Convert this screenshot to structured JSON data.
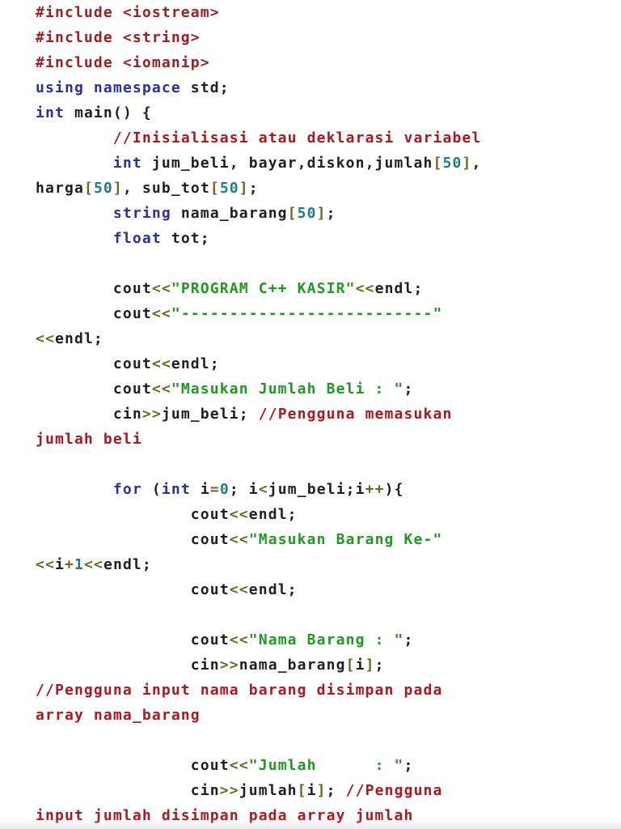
{
  "code": {
    "lines": [
      [
        {
          "t": "pre",
          "v": "#include <iostream>"
        }
      ],
      [
        {
          "t": "pre",
          "v": "#include <string>"
        }
      ],
      [
        {
          "t": "pre",
          "v": "#include <iomanip>"
        }
      ],
      [
        {
          "t": "kw",
          "v": "using namespace"
        },
        {
          "t": "plain",
          "v": " std;"
        }
      ],
      [
        {
          "t": "kw",
          "v": "int"
        },
        {
          "t": "plain",
          "v": " main() {"
        }
      ],
      [
        {
          "t": "plain",
          "v": "        "
        },
        {
          "t": "com",
          "v": "//Inisialisasi atau deklarasi variabel"
        }
      ],
      [
        {
          "t": "plain",
          "v": "        "
        },
        {
          "t": "kw",
          "v": "int"
        },
        {
          "t": "plain",
          "v": " jum_beli, bayar,diskon,jumlah"
        },
        {
          "t": "op",
          "v": "["
        },
        {
          "t": "num",
          "v": "50"
        },
        {
          "t": "op",
          "v": "]"
        },
        {
          "t": "plain",
          "v": ","
        }
      ],
      [
        {
          "t": "plain",
          "v": "harga"
        },
        {
          "t": "op",
          "v": "["
        },
        {
          "t": "num",
          "v": "50"
        },
        {
          "t": "op",
          "v": "]"
        },
        {
          "t": "plain",
          "v": ", sub_tot"
        },
        {
          "t": "op",
          "v": "["
        },
        {
          "t": "num",
          "v": "50"
        },
        {
          "t": "op",
          "v": "]"
        },
        {
          "t": "plain",
          "v": ";"
        }
      ],
      [
        {
          "t": "plain",
          "v": "        "
        },
        {
          "t": "kw",
          "v": "string"
        },
        {
          "t": "plain",
          "v": " nama_barang"
        },
        {
          "t": "op",
          "v": "["
        },
        {
          "t": "num",
          "v": "50"
        },
        {
          "t": "op",
          "v": "]"
        },
        {
          "t": "plain",
          "v": ";"
        }
      ],
      [
        {
          "t": "plain",
          "v": "        "
        },
        {
          "t": "kw",
          "v": "float"
        },
        {
          "t": "plain",
          "v": " tot;"
        }
      ],
      [],
      [
        {
          "t": "plain",
          "v": "        cout"
        },
        {
          "t": "op",
          "v": "<<"
        },
        {
          "t": "str",
          "v": "\"PROGRAM C++ KASIR\""
        },
        {
          "t": "op",
          "v": "<<"
        },
        {
          "t": "plain",
          "v": "endl;"
        }
      ],
      [
        {
          "t": "plain",
          "v": "        cout"
        },
        {
          "t": "op",
          "v": "<<"
        },
        {
          "t": "str",
          "v": "\"--------------------------\""
        }
      ],
      [
        {
          "t": "op",
          "v": "<<"
        },
        {
          "t": "plain",
          "v": "endl;"
        }
      ],
      [
        {
          "t": "plain",
          "v": "        cout"
        },
        {
          "t": "op",
          "v": "<<"
        },
        {
          "t": "plain",
          "v": "endl;"
        }
      ],
      [
        {
          "t": "plain",
          "v": "        cout"
        },
        {
          "t": "op",
          "v": "<<"
        },
        {
          "t": "str",
          "v": "\"Masukan Jumlah Beli : \""
        },
        {
          "t": "plain",
          "v": ";"
        }
      ],
      [
        {
          "t": "plain",
          "v": "        cin"
        },
        {
          "t": "op",
          "v": ">>"
        },
        {
          "t": "plain",
          "v": "jum_beli; "
        },
        {
          "t": "com",
          "v": "//Pengguna memasukan"
        }
      ],
      [
        {
          "t": "com",
          "v": "jumlah beli"
        }
      ],
      [],
      [
        {
          "t": "plain",
          "v": "        "
        },
        {
          "t": "kw",
          "v": "for"
        },
        {
          "t": "plain",
          "v": " ("
        },
        {
          "t": "kw",
          "v": "int"
        },
        {
          "t": "plain",
          "v": " i"
        },
        {
          "t": "op",
          "v": "="
        },
        {
          "t": "num",
          "v": "0"
        },
        {
          "t": "plain",
          "v": "; i"
        },
        {
          "t": "op",
          "v": "<"
        },
        {
          "t": "plain",
          "v": "jum_beli;i"
        },
        {
          "t": "op",
          "v": "++"
        },
        {
          "t": "plain",
          "v": "){"
        }
      ],
      [
        {
          "t": "plain",
          "v": "                cout"
        },
        {
          "t": "op",
          "v": "<<"
        },
        {
          "t": "plain",
          "v": "endl;"
        }
      ],
      [
        {
          "t": "plain",
          "v": "                cout"
        },
        {
          "t": "op",
          "v": "<<"
        },
        {
          "t": "str",
          "v": "\"Masukan Barang Ke-\""
        }
      ],
      [
        {
          "t": "op",
          "v": "<<"
        },
        {
          "t": "plain",
          "v": "i"
        },
        {
          "t": "op",
          "v": "+"
        },
        {
          "t": "num",
          "v": "1"
        },
        {
          "t": "op",
          "v": "<<"
        },
        {
          "t": "plain",
          "v": "endl;"
        }
      ],
      [
        {
          "t": "plain",
          "v": "                cout"
        },
        {
          "t": "op",
          "v": "<<"
        },
        {
          "t": "plain",
          "v": "endl;"
        }
      ],
      [],
      [
        {
          "t": "plain",
          "v": "                cout"
        },
        {
          "t": "op",
          "v": "<<"
        },
        {
          "t": "str",
          "v": "\"Nama Barang : \""
        },
        {
          "t": "plain",
          "v": ";"
        }
      ],
      [
        {
          "t": "plain",
          "v": "                cin"
        },
        {
          "t": "op",
          "v": ">>"
        },
        {
          "t": "plain",
          "v": "nama_barang"
        },
        {
          "t": "op",
          "v": "["
        },
        {
          "t": "plain",
          "v": "i"
        },
        {
          "t": "op",
          "v": "]"
        },
        {
          "t": "plain",
          "v": ";"
        }
      ],
      [
        {
          "t": "com",
          "v": "//Pengguna input nama barang disimpan pada"
        }
      ],
      [
        {
          "t": "com",
          "v": "array nama_barang"
        }
      ],
      [],
      [
        {
          "t": "plain",
          "v": "                cout"
        },
        {
          "t": "op",
          "v": "<<"
        },
        {
          "t": "str",
          "v": "\"Jumlah      : \""
        },
        {
          "t": "plain",
          "v": ";"
        }
      ],
      [
        {
          "t": "plain",
          "v": "                cin"
        },
        {
          "t": "op",
          "v": ">>"
        },
        {
          "t": "plain",
          "v": "jumlah"
        },
        {
          "t": "op",
          "v": "["
        },
        {
          "t": "plain",
          "v": "i"
        },
        {
          "t": "op",
          "v": "]"
        },
        {
          "t": "plain",
          "v": "; "
        },
        {
          "t": "com",
          "v": "//Pengguna"
        }
      ],
      [
        {
          "t": "com",
          "v": "input jumlah disimpan pada array jumlah"
        }
      ]
    ]
  },
  "colors": {
    "background": "#ffffff",
    "preprocessor": "#a11d22",
    "keyword": "#2a2fa6",
    "string": "#1e9a1e",
    "comment": "#b0161e",
    "number": "#1b7f86",
    "operator": "#6a6a1a",
    "plain": "#1f1f1f"
  }
}
